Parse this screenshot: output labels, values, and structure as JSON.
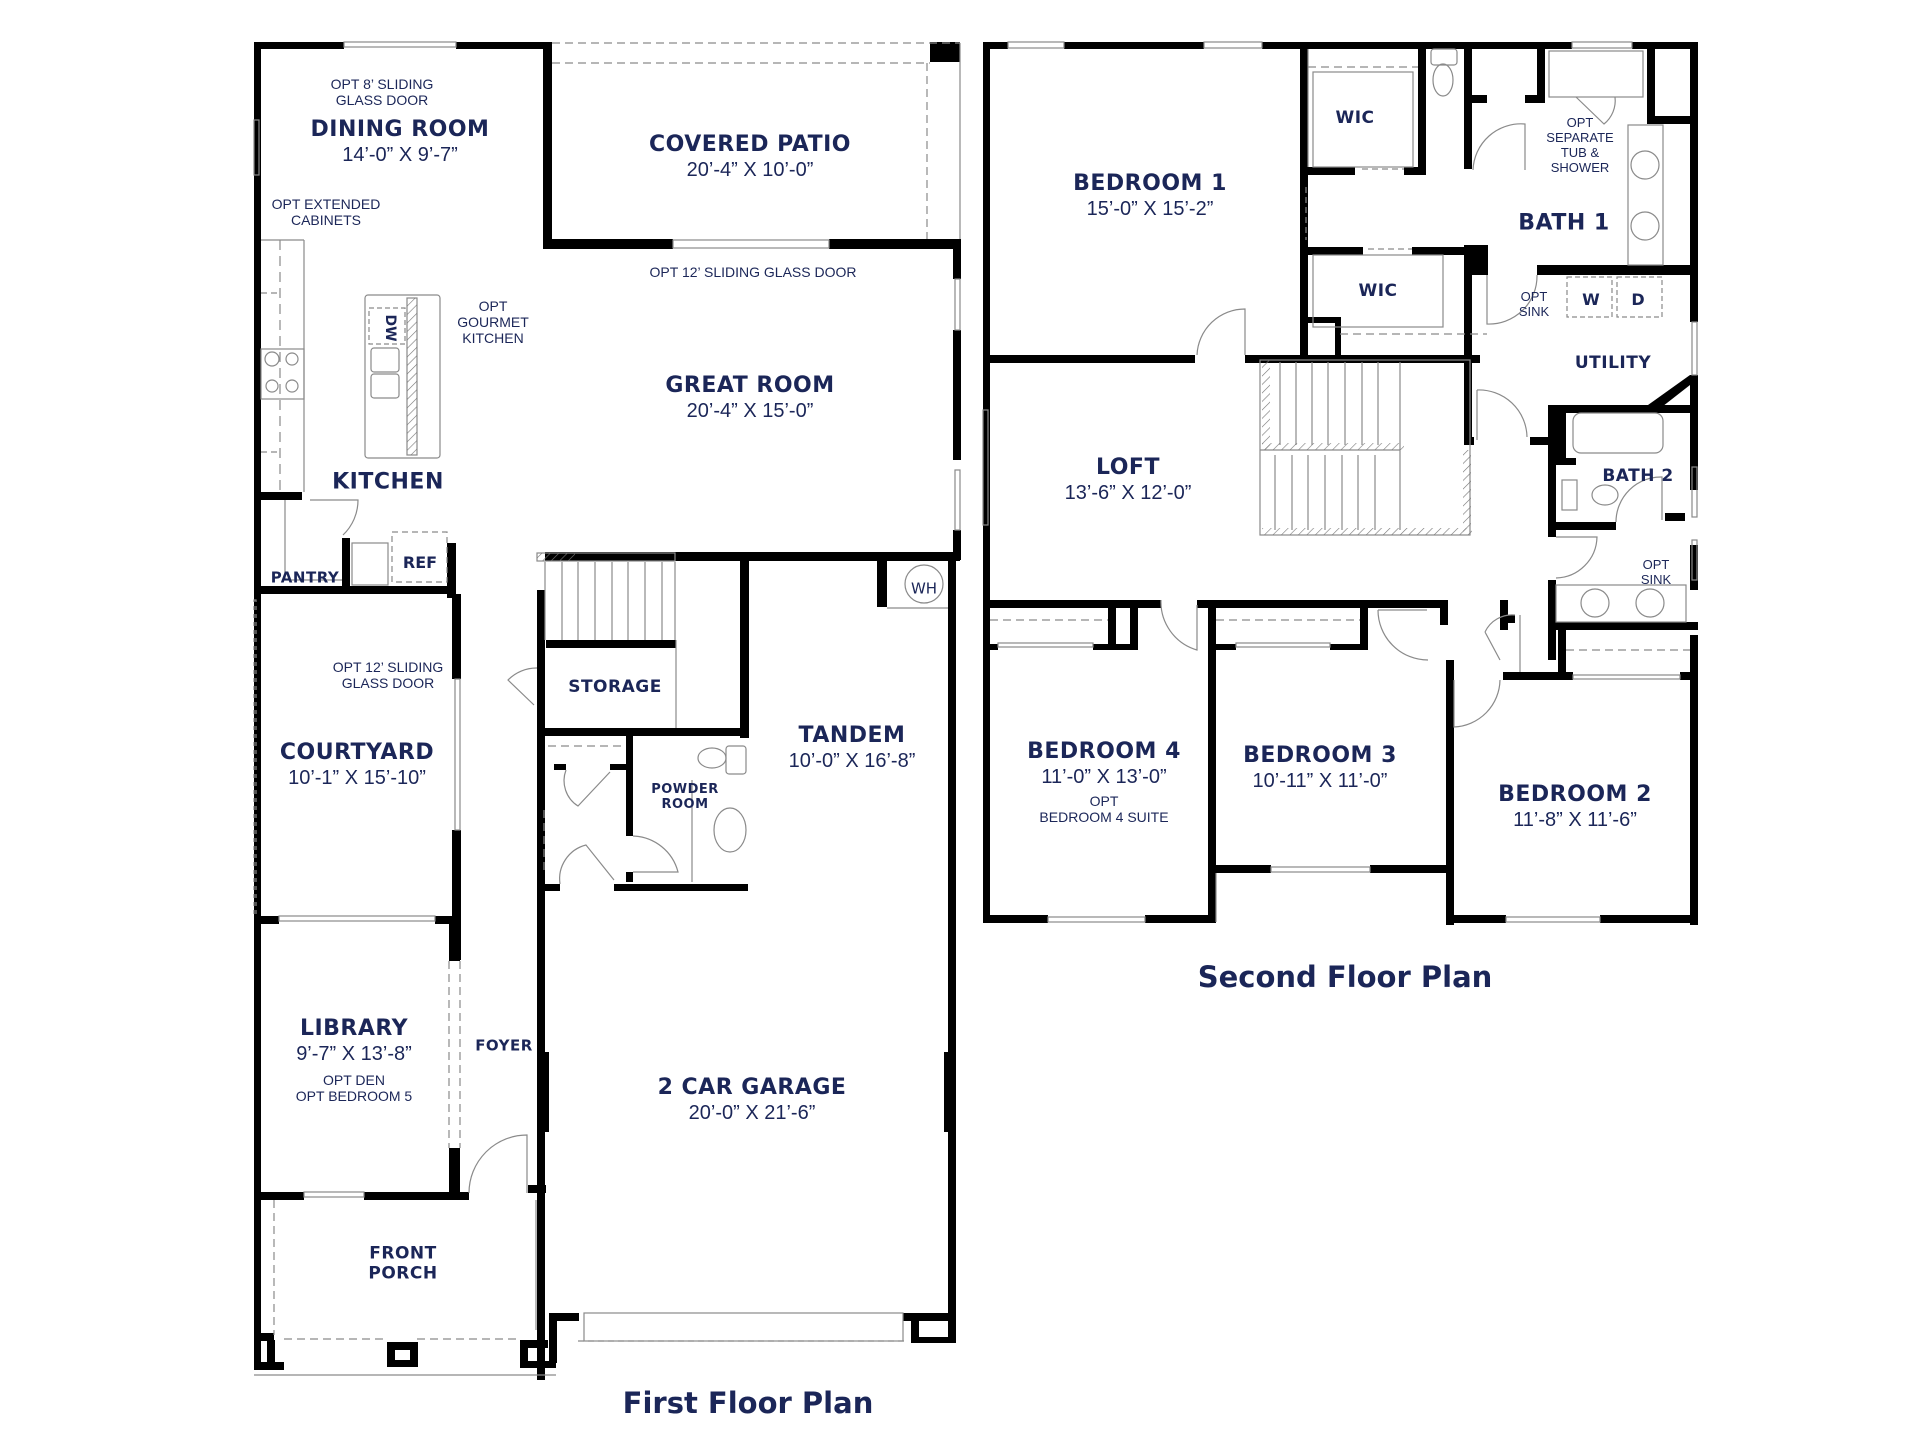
{
  "first_floor": {
    "title": "First Floor Plan",
    "rooms": {
      "dining_room": {
        "name": "DINING ROOM",
        "dims": "14’-0” X 9’-7”"
      },
      "covered_patio": {
        "name": "COVERED PATIO",
        "dims": "20’-4” X 10’-0”"
      },
      "great_room": {
        "name": "GREAT ROOM",
        "dims": "20’-4” X 15’-0”"
      },
      "kitchen": {
        "name": "KITCHEN"
      },
      "pantry": {
        "name": "PANTRY"
      },
      "courtyard": {
        "name": "COURTYARD",
        "dims": "10’-1” X 15’-10”"
      },
      "storage": {
        "name": "STORAGE"
      },
      "powder_room": {
        "name_line1": "POWDER",
        "name_line2": "ROOM"
      },
      "tandem": {
        "name": "TANDEM",
        "dims": "10’-0” X 16’-8”"
      },
      "library": {
        "name": "LIBRARY",
        "dims": "9’-7” X 13’-8”",
        "opt1": "OPT DEN",
        "opt2": "OPT BEDROOM 5"
      },
      "foyer": {
        "name": "FOYER"
      },
      "garage": {
        "name": "2 CAR GARAGE",
        "dims": "20’-0” X 21’-6”"
      },
      "front_porch": {
        "name_line1": "FRONT",
        "name_line2": "PORCH"
      }
    },
    "notes": {
      "dining_slider_1": "OPT 8’ SLIDING",
      "dining_slider_2": "GLASS DOOR",
      "ext_cabinets_1": "OPT EXTENDED",
      "ext_cabinets_2": "CABINETS",
      "great_slider": "OPT 12’ SLIDING GLASS DOOR",
      "gourmet_1": "OPT",
      "gourmet_2": "GOURMET",
      "gourmet_3": "KITCHEN",
      "court_slider_1": "OPT 12’ SLIDING",
      "court_slider_2": "GLASS DOOR"
    },
    "fixtures": {
      "dishwasher": "DW",
      "refrigerator": "REF",
      "water_heater": "WH"
    }
  },
  "second_floor": {
    "title": "Second Floor Plan",
    "rooms": {
      "bedroom1": {
        "name": "BEDROOM 1",
        "dims": "15’-0” X 15’-2”"
      },
      "wic_upper": {
        "name": "WIC"
      },
      "wic_lower": {
        "name": "WIC"
      },
      "bath1": {
        "name": "BATH 1"
      },
      "utility": {
        "name": "UTILITY"
      },
      "loft": {
        "name": "LOFT",
        "dims": "13’-6” X 12’-0”"
      },
      "bath2": {
        "name": "BATH 2"
      },
      "bedroom4": {
        "name": "BEDROOM 4",
        "dims": "11’-0” X 13’-0”",
        "opt1": "OPT",
        "opt2": "BEDROOM 4 SUITE"
      },
      "bedroom3": {
        "name": "BEDROOM 3",
        "dims": "10’-11” X 11’-0”"
      },
      "bedroom2": {
        "name": "BEDROOM 2",
        "dims": "11’-8” X 11’-6”"
      }
    },
    "notes": {
      "sep_tub_1": "OPT",
      "sep_tub_2": "SEPARATE",
      "sep_tub_3": "TUB &",
      "sep_tub_4": "SHOWER",
      "opt_sink_utility_1": "OPT",
      "opt_sink_utility_2": "SINK",
      "opt_sink_bath2_1": "OPT",
      "opt_sink_bath2_2": "SINK"
    },
    "fixtures": {
      "washer": "W",
      "dryer": "D"
    }
  },
  "colors": {
    "text": "#1b2658",
    "wall": "#000000",
    "thin_line": "#8a8a8a"
  }
}
